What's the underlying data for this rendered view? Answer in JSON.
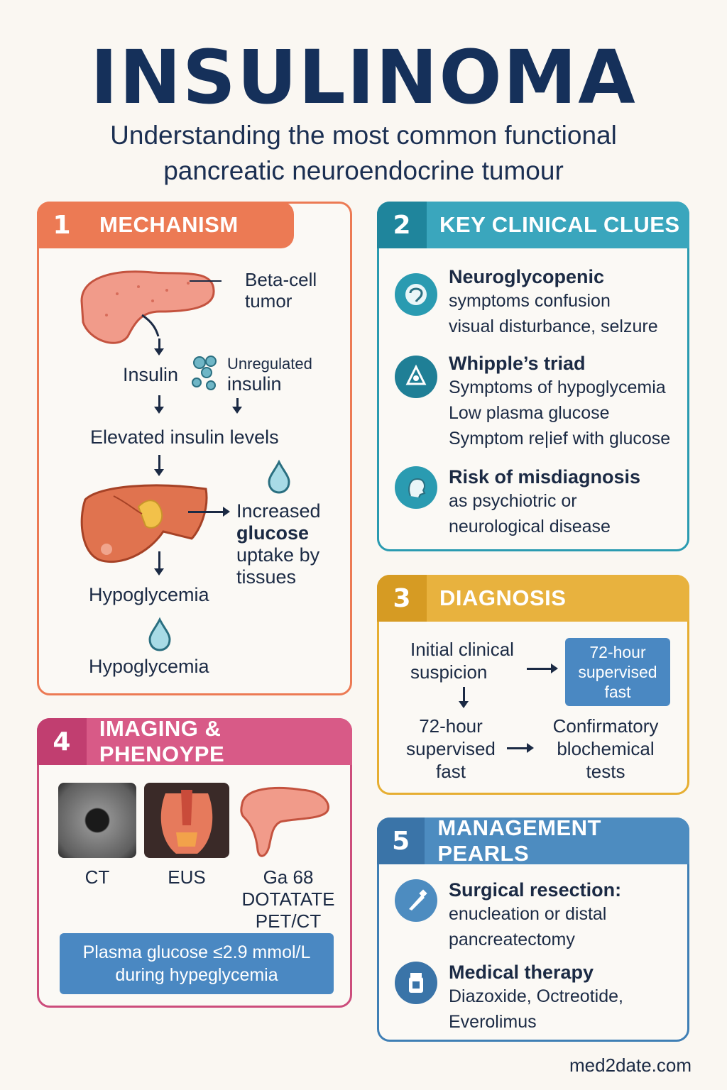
{
  "title": "INSULINOMA",
  "subtitle_line1": "Understanding the most common functional",
  "subtitle_line2": "pancreatic neuroendocrine tumour",
  "colors": {
    "mechanism": "#ec7a54",
    "clues": "#2a9bb1",
    "diagnosis": "#e6ae32",
    "imaging": "#cc4d7c",
    "management": "#3f7fb5"
  },
  "mechanism": {
    "num": "1",
    "title": "MECHANISM",
    "beta_cell_line1": "Beta-cell",
    "beta_cell_line2": "tumor",
    "insulin": "Insulin",
    "unregulated_line1": "Unregulated",
    "unregulated_line2": "insulin",
    "elevated": "Elevated insulin levels",
    "increased_line1": "Increased",
    "increased_line2": "glucose",
    "increased_line3": "uptake by",
    "increased_line4": "tissues",
    "hypoglycemia1": "Hypoglycemia",
    "hypoglycemia2": "Hypoglycemia"
  },
  "clues": {
    "num": "2",
    "title": "KEY CLINICAL CLUES",
    "items": [
      {
        "icon": "brain-head-icon",
        "title": "Neuroglycopenic",
        "lines": [
          "symptoms confusion",
          "visual disturbance, selzure"
        ]
      },
      {
        "icon": "triad-icon",
        "title": "Whipple’s triad",
        "lines": [
          "Symptoms of hypoglycemia",
          "Low plasma glucose",
          "Symptom re|ief with glucose"
        ]
      },
      {
        "icon": "head-profile-icon",
        "title": "Risk of misdiagnosis",
        "lines": [
          "as psychiotric or",
          "neurological disease"
        ]
      }
    ]
  },
  "diagnosis": {
    "num": "3",
    "title": "DIAGNOSIS",
    "initial_line1": "Initial clinical",
    "initial_line2": "suspicion",
    "box_line1": "72-hour",
    "box_line2": "supervised",
    "box_line3": "fast",
    "fast_line1": "72-hour",
    "fast_line2": "supervised",
    "fast_line3": "fast",
    "confirm_line1": "Confirmatory",
    "confirm_line2": "blochemical",
    "confirm_line3": "tests"
  },
  "imaging": {
    "num": "4",
    "title": "IMAGING & PHENOYPE",
    "ct": "CT",
    "eus": "EUS",
    "ga_line1": "Ga 68",
    "ga_line2": "DOTATATE",
    "ga_line3": "PET/CT",
    "note_line1": "Plasma glucose ≤2.9 mmol/L",
    "note_line2": "during hypeglycemia"
  },
  "management": {
    "num": "5",
    "title": "MANAGEMENT PEARLS",
    "items": [
      {
        "icon": "scalpel-icon",
        "title": "Surgical resection:",
        "lines": [
          "enucleation or distal",
          "pancreatectomy"
        ]
      },
      {
        "icon": "pill-bottle-icon",
        "title": "Medical therapy",
        "lines": [
          "Diazoxide, Octreotide,",
          "Everolimus"
        ]
      }
    ]
  },
  "footer": "med2date.com"
}
